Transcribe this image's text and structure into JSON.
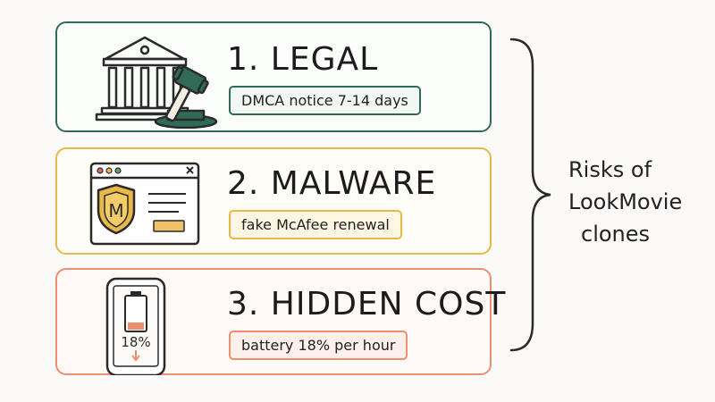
{
  "items": [
    {
      "title": "1. LEGAL",
      "note": "DMCA notice 7-14 days",
      "icon": "courthouse-gavel-icon"
    },
    {
      "title": "2. MALWARE",
      "note": "fake McAfee renewal",
      "icon": "browser-shield-icon",
      "shield_letter": "M"
    },
    {
      "title": "3. HIDDEN COST",
      "note": "battery 18% per hour",
      "icon": "phone-battery-icon",
      "battery_readout": "18%"
    }
  ],
  "side_label": {
    "line1": "Risks of",
    "line2": "LookMovie",
    "line3": "clones"
  },
  "colors": {
    "legal": "#2f6b58",
    "malware": "#e8b84a",
    "hidden_cost": "#ec8f6e"
  }
}
